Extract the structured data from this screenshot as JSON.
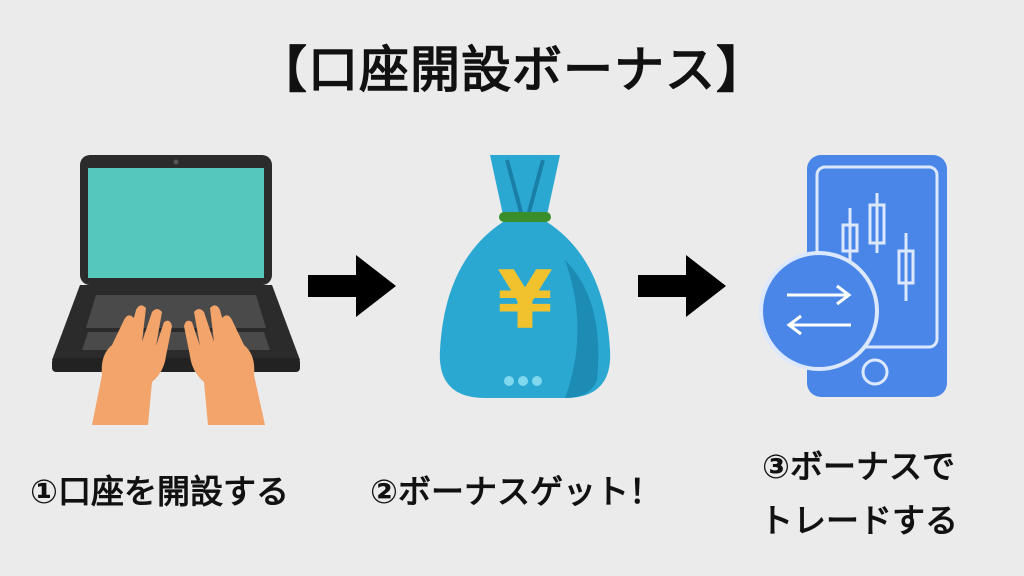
{
  "title": "【口座開設ボーナス】",
  "steps": [
    {
      "caption": "①口座を開設する",
      "icon": "laptop-typing-icon"
    },
    {
      "caption": "②ボーナスゲット！",
      "icon": "yen-money-bag-icon"
    },
    {
      "caption_line1": "③ボーナスで",
      "caption_line2": "トレードする",
      "icon": "phone-trading-chart-icon"
    }
  ],
  "bag_symbol": "¥",
  "colors": {
    "background": "#ebebeb",
    "laptop_screen": "#55c7bb",
    "bag": "#2aa8d2",
    "phone": "#4a86e8",
    "arrow": "#000000"
  }
}
